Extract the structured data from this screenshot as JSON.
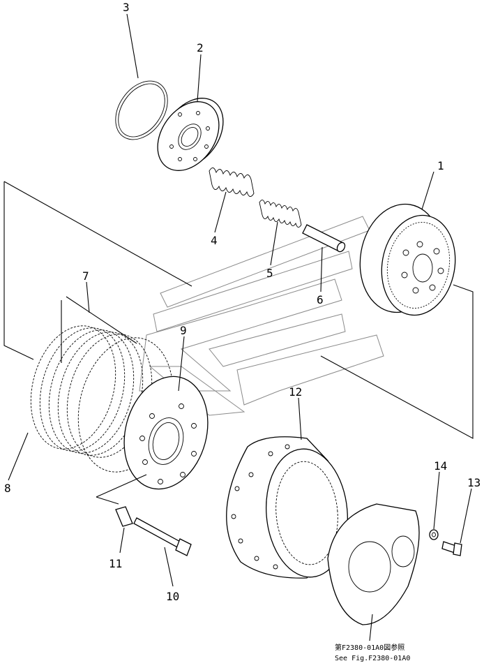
{
  "callouts": [
    {
      "id": "1",
      "text": "1"
    },
    {
      "id": "2",
      "text": "2"
    },
    {
      "id": "3",
      "text": "3"
    },
    {
      "id": "4",
      "text": "4"
    },
    {
      "id": "5",
      "text": "5"
    },
    {
      "id": "6",
      "text": "6"
    },
    {
      "id": "7",
      "text": "7"
    },
    {
      "id": "8",
      "text": "8"
    },
    {
      "id": "9",
      "text": "9"
    },
    {
      "id": "10",
      "text": "10"
    },
    {
      "id": "11",
      "text": "11"
    },
    {
      "id": "12",
      "text": "12"
    },
    {
      "id": "13",
      "text": "13"
    },
    {
      "id": "14",
      "text": "14"
    }
  ],
  "reference_note": {
    "line1": "第F2380-01A0図参照",
    "line2": "See Fig.F2380-01A0"
  }
}
